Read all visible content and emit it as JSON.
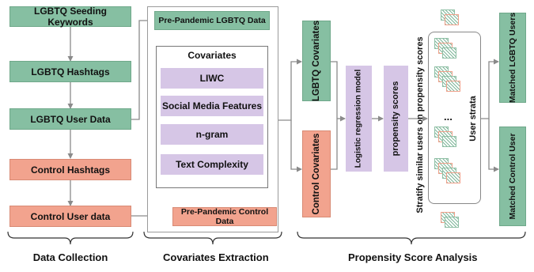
{
  "data_collection": {
    "seeding_keywords": "LGBTQ Seeding Keywords",
    "lgbtq_hashtags": "LGBTQ Hashtags",
    "lgbtq_user_data": "LGBTQ User Data",
    "control_hashtags": "Control Hashtags",
    "control_user_data": "Control User data"
  },
  "covariates_extraction": {
    "pre_pandemic_lgbtq": "Pre-Pandemic LGBTQ Data",
    "covariates_title": "Covariates",
    "items": [
      "LIWC",
      "Social Media Features",
      "n-gram",
      "Text Complexity"
    ],
    "pre_pandemic_control": "Pre-Pandemic Control Data"
  },
  "psa": {
    "lgbtq_covariates": "LGBTQ Covariates",
    "control_covariates": "Control Covariates",
    "logistic_regression": "Logistic regression model",
    "propensity_scores": "propensity scores",
    "stratify": "Stratify similar users on propensity scores",
    "user_strata": "User strata",
    "ellipsis": "...",
    "matched_lgbtq": "Matched LGBTQ Users",
    "matched_control": "Matched Control User"
  },
  "footers": {
    "data_collection": "Data Collection",
    "covariates_extraction": "Covariates Extraction",
    "propensity_score_analysis": "Propensity Score Analysis"
  },
  "colors": {
    "green": "#86bfa2",
    "red": "#f2a38e",
    "purple": "#d6c6e6",
    "arrow": "#8a8a8a"
  }
}
